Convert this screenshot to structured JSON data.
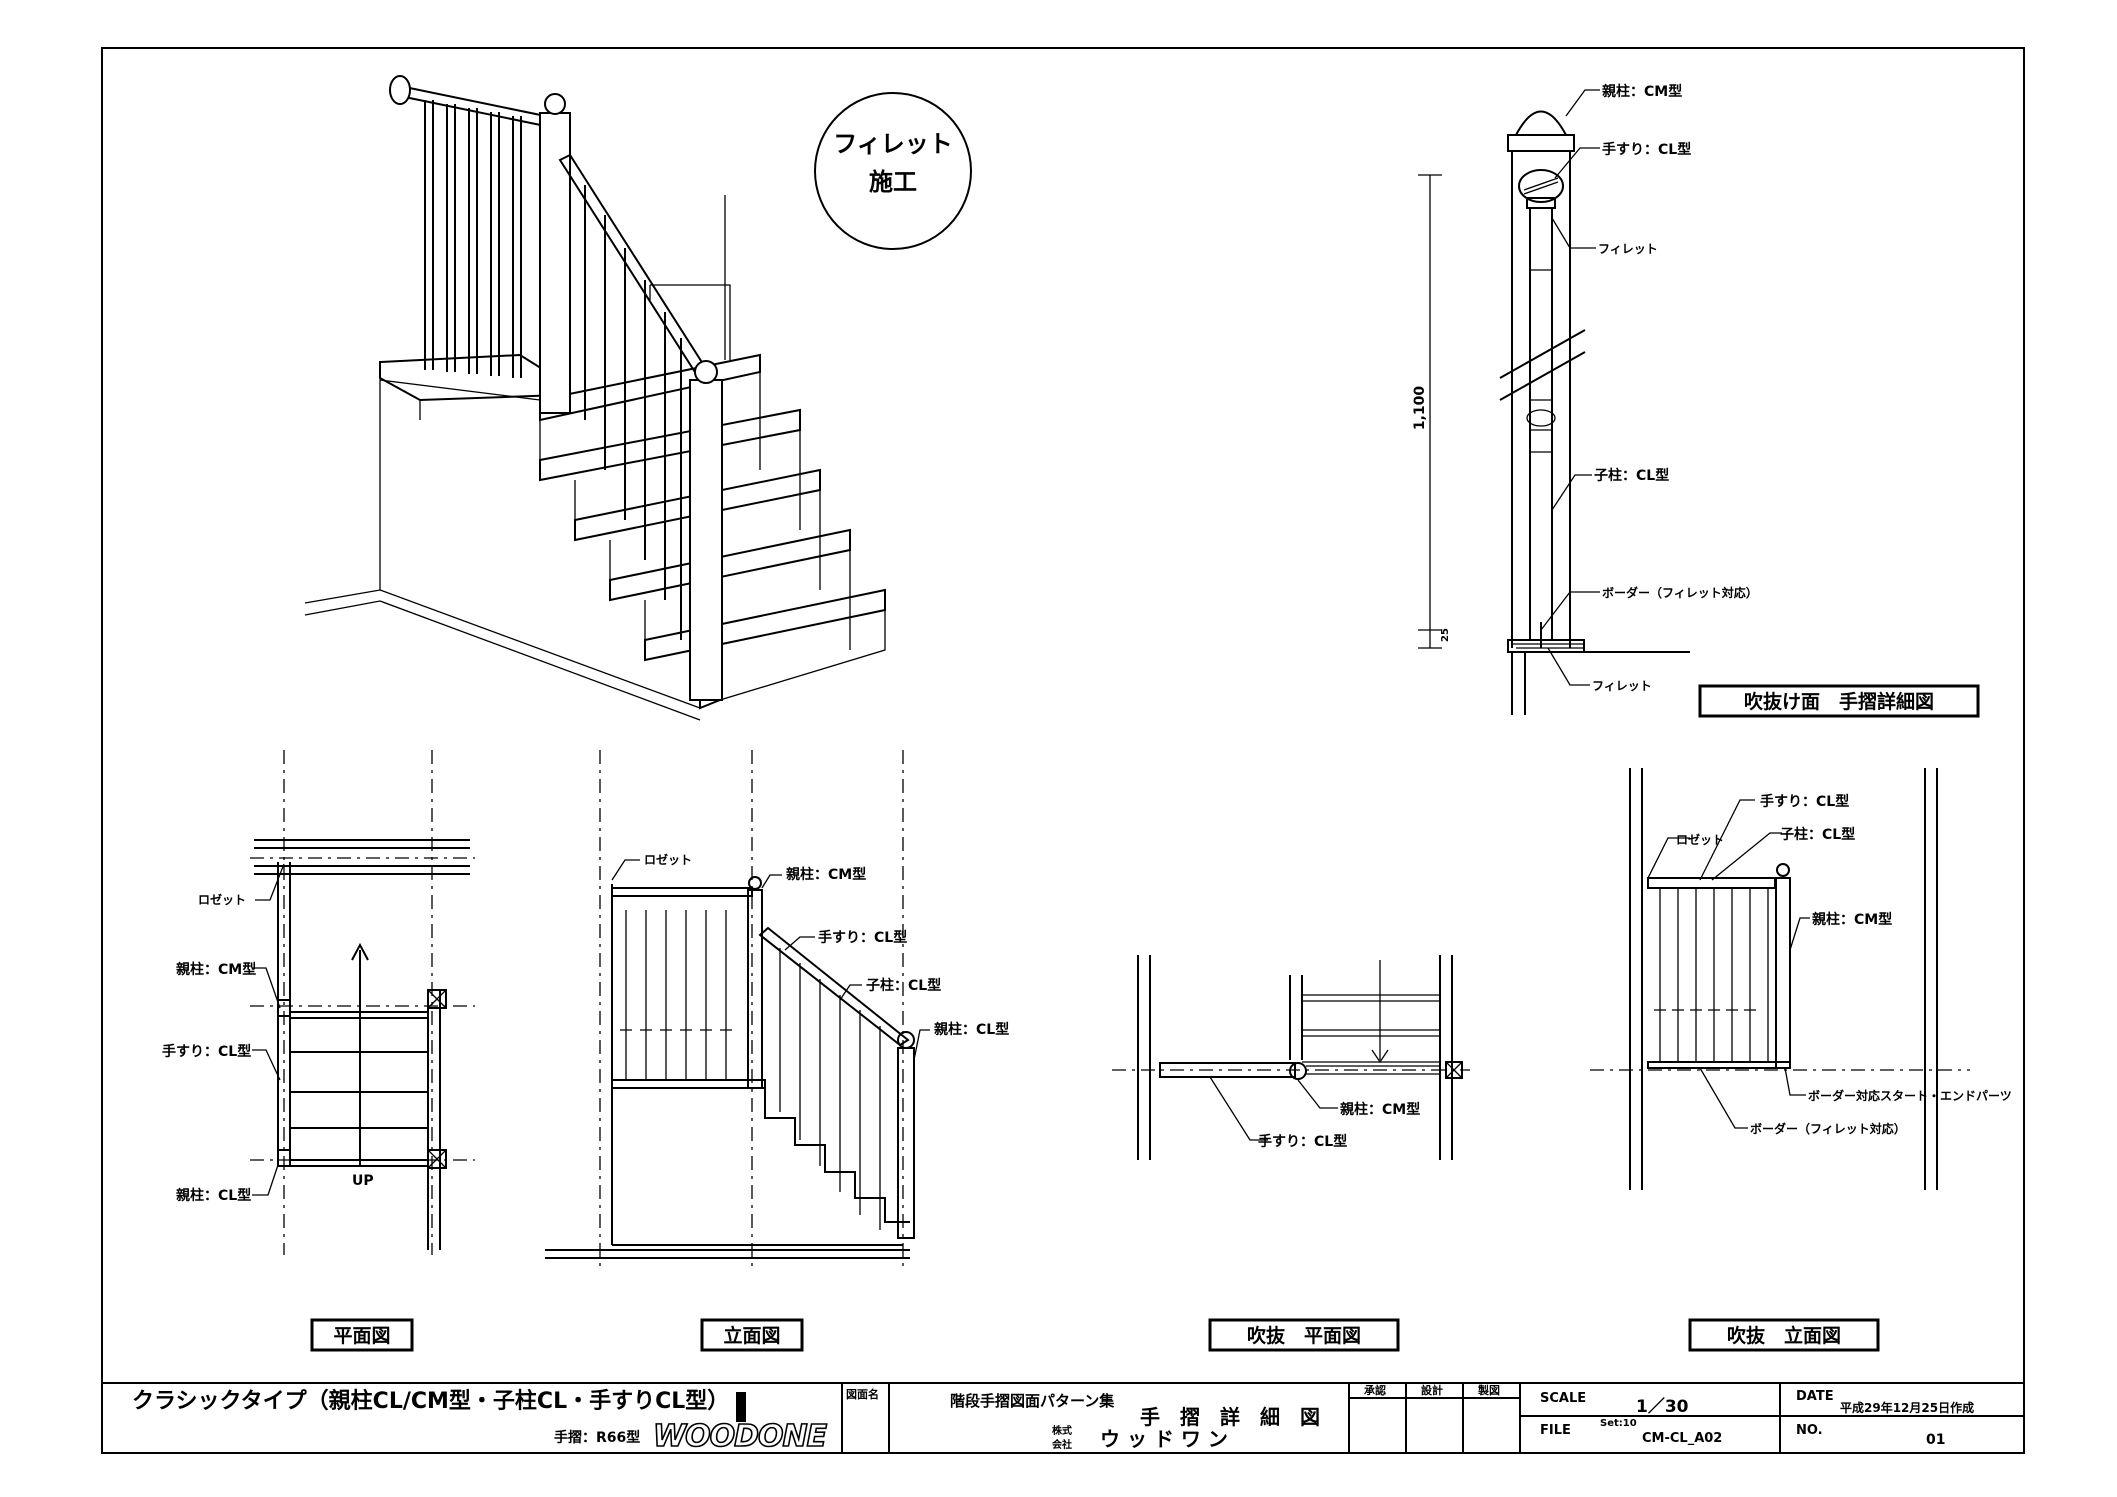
{
  "badge": {
    "line1": "フィレット",
    "line2": "施工"
  },
  "section": {
    "newel_label": "親柱：CM型",
    "handrail_label": "手すり：CL型",
    "fillet_top": "フィレット",
    "dim_height": "1,100",
    "dim_small": "25",
    "baluster_label": "子柱：CL型",
    "border_label": "ボーダー（フィレット対応）",
    "fillet_bottom": "フィレット",
    "caption": "吹抜け面　手摺詳細図"
  },
  "plan": {
    "rosette": "ロゼット",
    "newel_cm": "親柱：CM型",
    "handrail": "手すり：CL型",
    "newel_cl": "親柱：CL型",
    "up": "UP",
    "caption": "平面図"
  },
  "elevation": {
    "rosette": "ロゼット",
    "newel_cm": "親柱：CM型",
    "handrail": "手すり：CL型",
    "baluster": "子柱：CL型",
    "newel_cl": "親柱：CL型",
    "caption": "立面図"
  },
  "void_plan": {
    "newel_cm": "親柱：CM型",
    "handrail": "手すり：CL型",
    "caption": "吹抜　平面図"
  },
  "void_elevation": {
    "handrail": "手すり：CL型",
    "baluster": "子柱：CL型",
    "rosette": "ロゼット",
    "newel_cm": "親柱：CM型",
    "border_part": "ボーダー対応スタート・エンドパーツ",
    "border": "ボーダー（フィレット対応）",
    "caption": "吹抜　立面図"
  },
  "title_block": {
    "title": "クラシックタイプ（親柱CL/CM型・子柱CL・手すりCL型）",
    "handrail_model": "手摺：R66型",
    "logo": "WOODONE",
    "drawing_name_label": "図面名",
    "collection": "階段手摺図面パターン集",
    "drawing_name": "手　摺　詳　細　図",
    "company_prefix": "株式\n会社",
    "company": "ウ ッ ド ワ ン",
    "approve": "承認",
    "design": "設計",
    "drawn": "製図",
    "scale_label": "SCALE",
    "scale_value": "1／30",
    "set": "Set:10",
    "file_label": "FILE",
    "file_value": "CM-CL_A02",
    "date_label": "DATE",
    "date_value": "平成29年12月25日作成",
    "no_label": "NO.",
    "no_value": "01"
  }
}
